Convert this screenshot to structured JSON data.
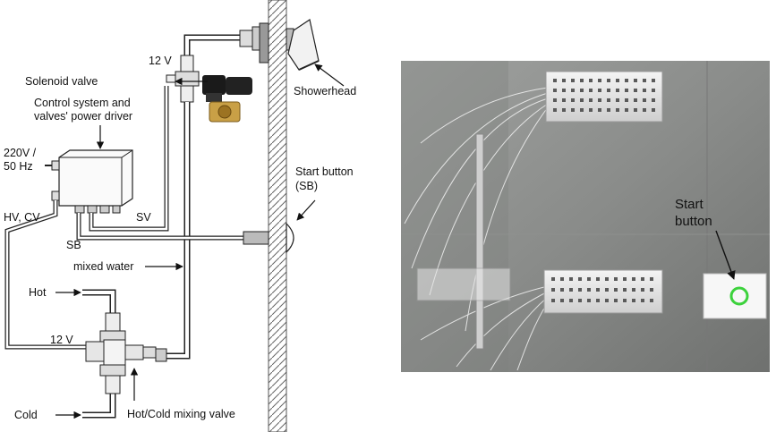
{
  "left_diagram": {
    "labels": {
      "voltage_top": "12 V",
      "solenoid_valve": "Solenoid valve",
      "control_system_line1": "Control system and",
      "control_system_line2": "valves' power driver",
      "mains_line1": "220V /",
      "mains_line2": "50 Hz",
      "hv_cv": "HV, CV",
      "sv": "SV",
      "sb": "SB",
      "mixed_water": "mixed water",
      "hot": "Hot",
      "voltage_bottom": "12 V",
      "cold": "Cold",
      "mixing_valve": "Hot/Cold mixing valve",
      "showerhead": "Showerhead",
      "start_button_line1": "Start button",
      "start_button_line2": "(SB)"
    }
  },
  "right_photo": {
    "labels": {
      "start_button_line1": "Start",
      "start_button_line2": "button"
    },
    "colors": {
      "wall": "#8a8c8a",
      "button_ring": "#3cd23c"
    }
  }
}
